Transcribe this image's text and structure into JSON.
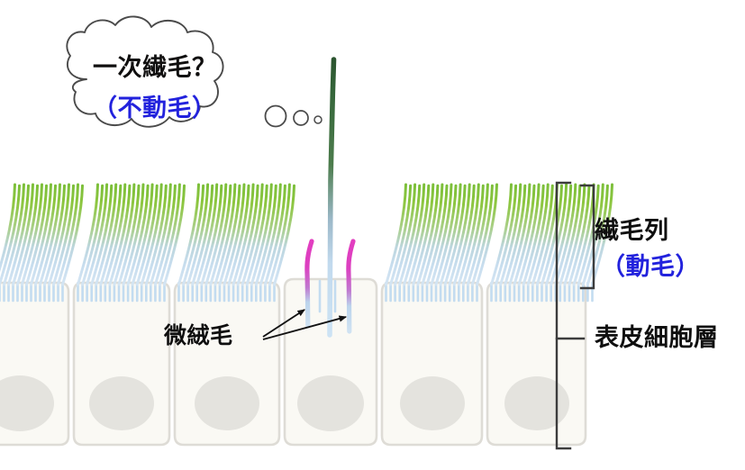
{
  "figure": {
    "title": "Ciliated epidermal cell layer with primary cilium",
    "background_color": "#ffffff"
  },
  "thought_bubble": {
    "line1": "一次繊毛？",
    "line2": "（不動毛）",
    "line1_color": "#100f0f",
    "line2_color": "#2222dd",
    "outline_color": "#4a4a4a",
    "fill_color": "#ffffff",
    "trail_circle_count": 3
  },
  "labels": {
    "microvilli": "微絨毛",
    "cilia_row": "繊毛列",
    "cilia_row_sub": "（動毛）",
    "epidermis": "表皮細胞層",
    "text_color": "#0f0f0f",
    "accent_color": "#2222dd"
  },
  "structures": {
    "primary_cilium": {
      "tip_color": "#2f5a2f",
      "base_color": "#c9ddf0",
      "name": "primary-cilium"
    },
    "microvilli": {
      "color": "#e23ec0",
      "root_color": "#cfe2f2",
      "count": 2
    },
    "motile_cilia": {
      "tip_color": "#8cc63f",
      "mid_color": "#b9d6ea",
      "base_color": "#cfe2f2",
      "cells_with_cilia": 5,
      "cilia_per_cell": 22
    },
    "cells": {
      "fill_color": "#faf9f4",
      "border_color": "#dedcd6",
      "nucleus_color": "#e4e3de",
      "count": 6
    },
    "brackets": {
      "color": "#3c3c3c",
      "outer_label": "表皮細胞層",
      "inner_label": "繊毛列"
    }
  }
}
